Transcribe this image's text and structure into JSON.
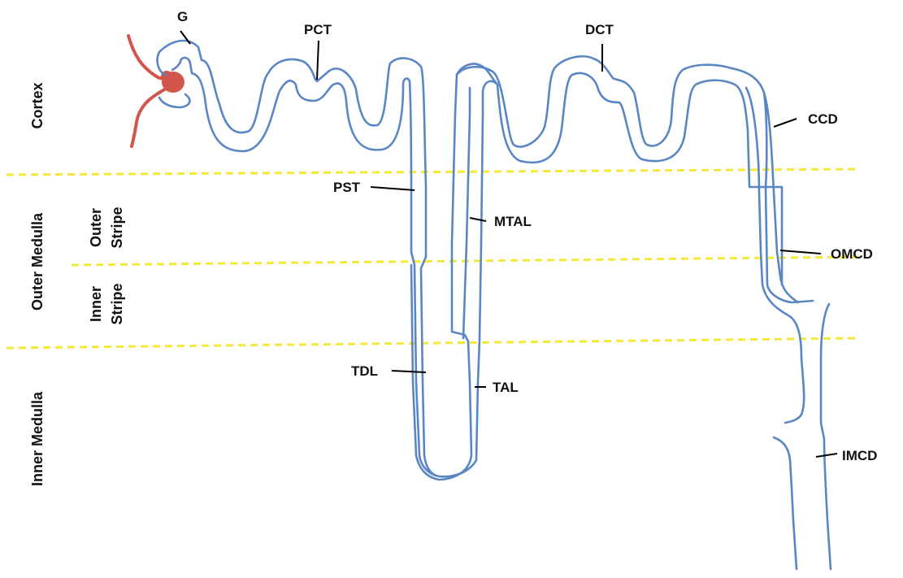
{
  "colors": {
    "tubule": "#5b86c4",
    "vessel": "#d2564c",
    "zone_boundary": "#f2e93a",
    "text": "#111111"
  },
  "zones": {
    "cortex": "Cortex",
    "outer_medulla": "Outer Medulla",
    "outer_stripe_line1": "Outer",
    "outer_stripe_line2": "Stripe",
    "inner_stripe_line1": "Inner",
    "inner_stripe_line2": "Stripe",
    "inner_medulla": "Inner Medulla"
  },
  "segments": {
    "g": "G",
    "pct": "PCT",
    "dct": "DCT",
    "ccd": "CCD",
    "pst": "PST",
    "mtal": "MTAL",
    "omcd": "OMCD",
    "tdl": "TDL",
    "tal": "TAL",
    "imcd": "IMCD"
  }
}
